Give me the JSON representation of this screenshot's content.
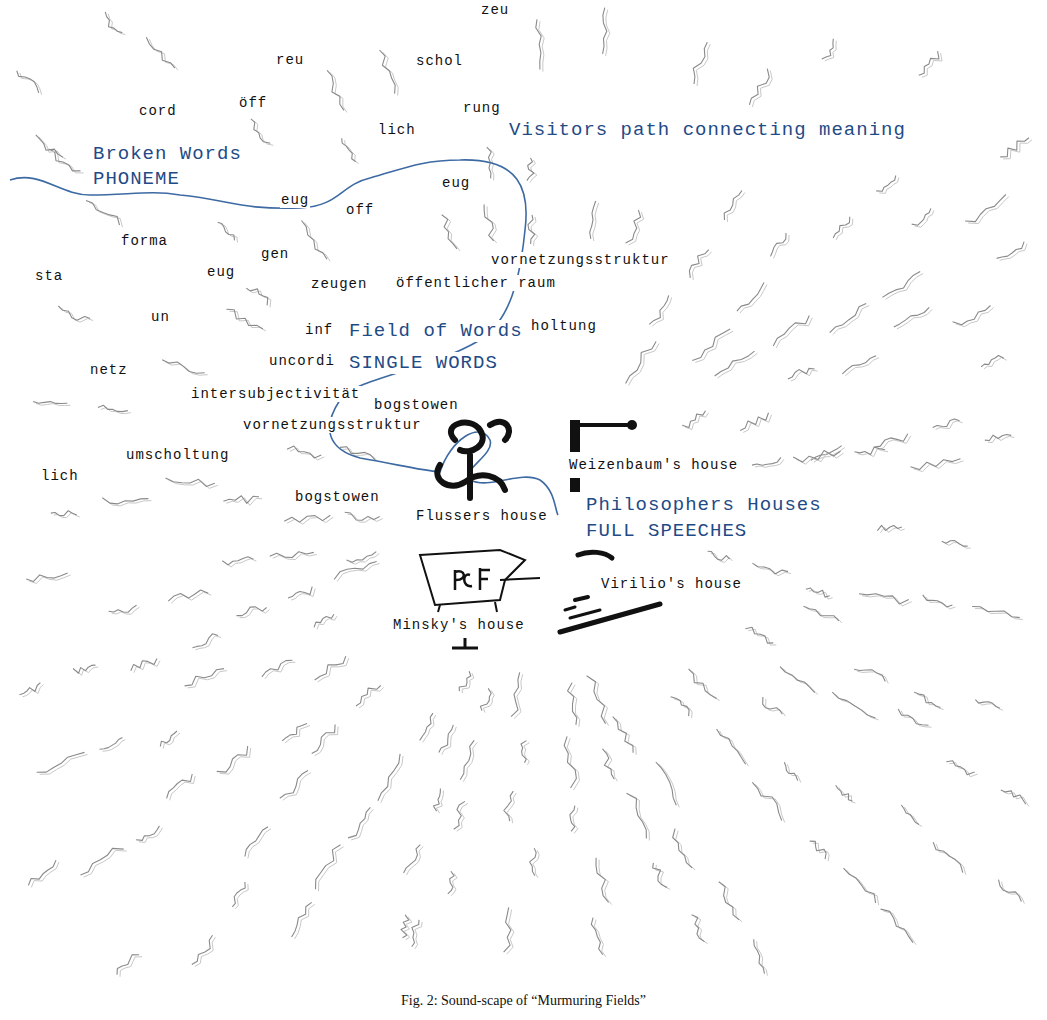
{
  "diagram": {
    "caption": "Fig. 2: Sound-scape of “Murmuring Fields”",
    "labels": [
      "zeu",
      "reu",
      "schol",
      "cord",
      "öff",
      "rung",
      "lich",
      "Visitors path connecting meaning",
      "Broken Words",
      "PHONEME",
      "eug",
      "eug",
      "off",
      "forma",
      "gen",
      "sta",
      "eug",
      "zeugen",
      "öffentlicher raum",
      "vornetzungsstruktur",
      "un",
      "inf",
      "Field of Words",
      "holtung",
      "netz",
      "uncordi",
      "SINGLE WORDS",
      "intersubjectivität",
      "bogstowen",
      "vornetzungsstruktur",
      "umscholtung",
      "lich",
      "bogstowen",
      "Flussers house",
      "Weizenbaum's house",
      "Philosophers Houses",
      "FULL SPEECHES",
      "Virilio's house",
      "Minsky's house"
    ]
  }
}
